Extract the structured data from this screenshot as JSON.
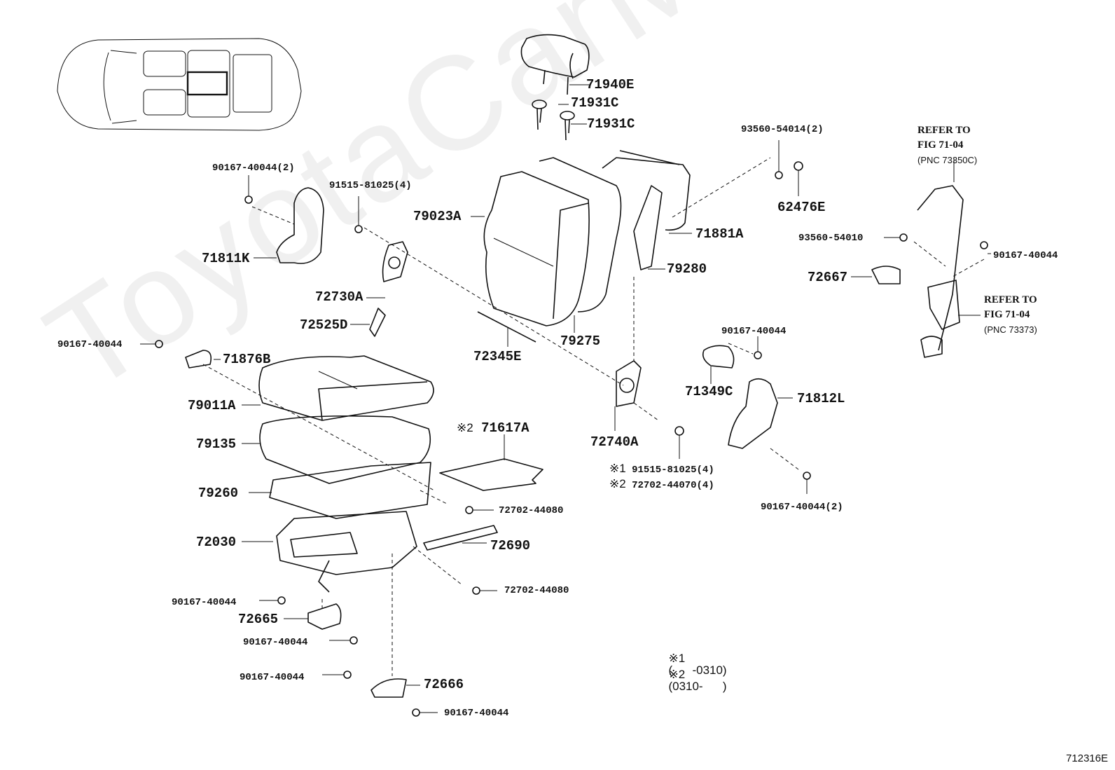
{
  "watermark": "ToyotaCarMine.ru",
  "figure_id": "712316E",
  "parts": {
    "headrest": "71940E",
    "headrest_support_1": "71931C",
    "headrest_support_2": "71931C",
    "seatback_cover": "79023A",
    "seatback_pad": "79275",
    "seatback_frame": "79280",
    "seatback_board": "71881A",
    "screw_93560_54014": "93560-54014(2)",
    "clip_62476E": "62476E",
    "screw_90167_top_left": "90167-40044(2)",
    "bolt_91515_top": "91515-81025(4)",
    "hinge_cover_71811K": "71811K",
    "recliner_72730A": "72730A",
    "knob_72525D": "72525D",
    "rod_72345E": "72345E",
    "screw_90167_71876B": "90167-40044",
    "cover_71876B": "71876B",
    "cushion_cover": "79011A",
    "cushion_pad": "79135",
    "cushion_frame": "79260",
    "heater_71617A_mark": "※2",
    "heater_71617A": "71617A",
    "bolt_72702_44080_a": "72702-44080",
    "adjuster_72030": "72030",
    "lever_72690": "72690",
    "bolt_72702_44080_b": "72702-44080",
    "screw_90167_72665_a": "90167-40044",
    "cover_72665": "72665",
    "screw_90167_72665_b": "90167-40044",
    "screw_90167_72666_a": "90167-40044",
    "cover_72666": "72666",
    "screw_90167_72666_b": "90167-40044",
    "recliner_72740A": "72740A",
    "bolt_note1_mark": "※1",
    "bolt_note1_part": "91515-81025(4)",
    "bolt_note2_mark": "※2",
    "bolt_note2_part": "72702-44070(4)",
    "screw_90167_71349C": "90167-40044",
    "cover_71349C": "71349C",
    "cover_71812L": "71812L",
    "screw_90167_71812L": "90167-40044(2)",
    "screw_93560_54010": "93560-54010",
    "screw_90167_belt": "90167-40044",
    "cover_72667": "72667"
  },
  "references": {
    "upper": {
      "line1": "REFER TO",
      "line2": "FIG 71-04",
      "line3": "(PNC 73350C)"
    },
    "lower": {
      "line1": "REFER TO",
      "line2": "FIG 71-04",
      "line3": "(PNC 73373)"
    }
  },
  "notes": [
    {
      "mark": "※1",
      "range": "(      -0310)"
    },
    {
      "mark": "※2",
      "range": "(0310-      )"
    }
  ]
}
